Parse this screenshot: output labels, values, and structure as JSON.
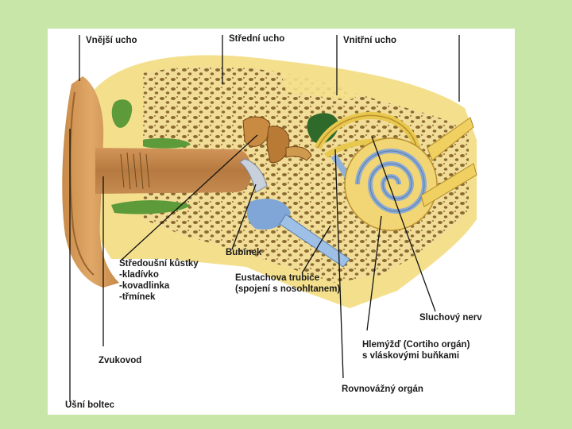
{
  "labels": {
    "outer_ear": "Vnější ucho",
    "middle_ear": "Střední ucho",
    "inner_ear": "Vnitřní ucho",
    "ossicles": {
      "title": "Středoušní kůstky",
      "items": [
        "-kladívko",
        "-kovadlinka",
        "-třmínek"
      ]
    },
    "eardrum": "Bubínek",
    "eustachian": [
      "Eustachova trubice",
      "(spojení s nosohltanem)"
    ],
    "auditory_nerve": "Sluchový nerv",
    "cochlea": [
      "Hlemýžď (Cortiho orgán)",
      "s vláskovými buňkami"
    ],
    "ear_canal": "Zvukovod",
    "balance_organ": "Rovnovážný orgán",
    "auricle": "Ušní boltec"
  }
}
